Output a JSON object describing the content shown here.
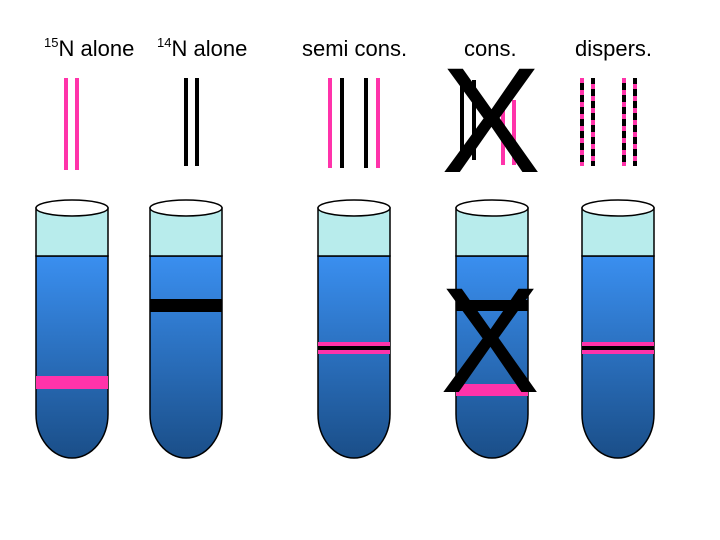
{
  "labels": {
    "n15_sup": "15",
    "n15_text": "N alone",
    "n14_sup": "14",
    "n14_text": "N alone",
    "semi": "semi cons.",
    "cons": "cons.",
    "dispers": "dispers."
  },
  "cross_mark": "X",
  "colors": {
    "heavy_strand": "#ff33aa",
    "light_strand": "#000000",
    "hybrid_band": "#ff33aa",
    "tube_top": "#b8ecec",
    "tube_gradient_top": "#3a8ff0",
    "tube_gradient_bottom": "#1a4e88"
  }
}
